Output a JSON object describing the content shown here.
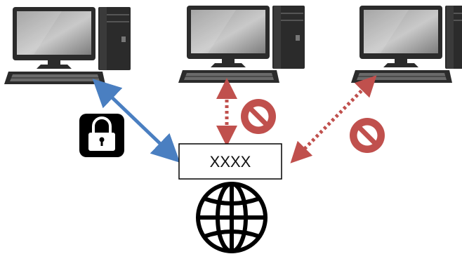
{
  "diagram": {
    "server_box": {
      "label": "XXXX"
    },
    "connections": [
      {
        "id": "left",
        "status": "allowed",
        "secured": true,
        "color": "#4a7fc1"
      },
      {
        "id": "middle",
        "status": "blocked",
        "secured": false,
        "color": "#c0504d"
      },
      {
        "id": "right",
        "status": "blocked",
        "secured": false,
        "color": "#c0504d"
      }
    ],
    "icons": {
      "computer": "desktop-computer-icon",
      "lock": "padlock-icon",
      "blocked": "prohibited-icon",
      "network": "globe-icon"
    },
    "colors": {
      "allowed_arrow": "#4a7fc1",
      "blocked_arrow": "#c0504d",
      "prohibited_sign": "#c0504d",
      "lock_badge": "#000000",
      "monitor_bezel": "#2b2b2b"
    }
  }
}
